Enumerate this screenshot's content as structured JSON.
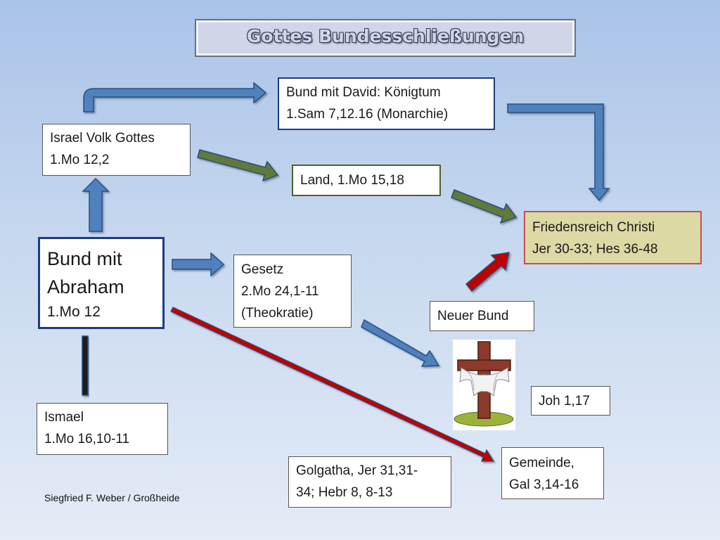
{
  "title": "Gottes Bundesschließungen",
  "boxes": {
    "david": {
      "line1": "Bund mit David: Königtum",
      "line2": "1.Sam 7,12.16 (Monarchie)"
    },
    "israel": {
      "line1": "Israel Volk Gottes",
      "line2": "1.Mo 12,2"
    },
    "land": {
      "line1": "Land, 1.Mo 15,18"
    },
    "friedensreich": {
      "line1": "Friedensreich Christi",
      "line2": "Jer 30-33; Hes 36-48"
    },
    "abraham": {
      "line1": "Bund mit",
      "line2": "Abraham",
      "line3": "1.Mo 12"
    },
    "gesetz": {
      "line1": "Gesetz",
      "line2": "2.Mo 24,1-11",
      "line3": "(Theokratie)"
    },
    "neuer_bund": {
      "line1": "Neuer Bund"
    },
    "joh": {
      "line1": "Joh 1,17"
    },
    "ismael": {
      "line1": "Ismael",
      "line2": "1.Mo 16,10-11"
    },
    "golgatha": {
      "line1": "Golgatha, Jer 31,31-",
      "line2": "34; Hebr 8, 8-13"
    },
    "gemeinde": {
      "line1": "Gemeinde,",
      "line2": "Gal 3,14-16"
    }
  },
  "footer": "Siegfried F. Weber / Großheide",
  "colors": {
    "arrow_blue": "#4f81bd",
    "arrow_green": "#4f6228",
    "arrow_red": "#c00000",
    "border_navy": "#1f3d7a",
    "border_green": "#4f6228",
    "border_red": "#c0504d",
    "fill_tan": "#ddd9a5"
  },
  "icons": {
    "cross": "cross-icon"
  }
}
